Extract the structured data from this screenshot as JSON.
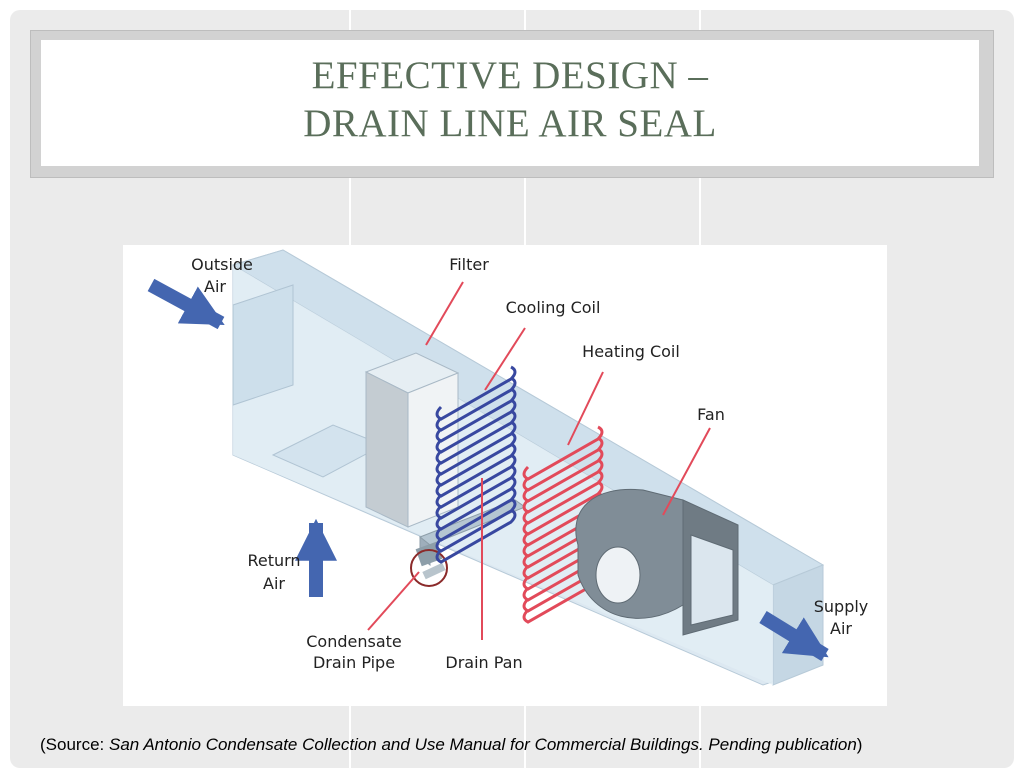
{
  "title": {
    "line1": "EFFECTIVE DESIGN –",
    "line2": "DRAIN LINE AIR SEAL"
  },
  "diagram": {
    "labels": {
      "outside_air_1": "Outside",
      "outside_air_2": "Air",
      "filter": "Filter",
      "cooling_coil": "Cooling Coil",
      "heating_coil": "Heating Coil",
      "fan": "Fan",
      "return_air_1": "Return",
      "return_air_2": "Air",
      "supply_air_1": "Supply",
      "supply_air_2": "Air",
      "condensate_1": "Condensate",
      "condensate_2": "Drain Pipe",
      "drain_pan": "Drain Pan"
    },
    "colors": {
      "arrow": "#4466b0",
      "cooling": "#3848a0",
      "heating": "#e24a5a",
      "leader": "#e24a5a",
      "duct": "#d6e4ef",
      "highlight": "#8b2a2a"
    }
  },
  "caption": {
    "open": "(Source: ",
    "italic": "San Antonio Condensate Collection and Use Manual for Commercial Buildings. Pending publication",
    "close": ")"
  }
}
